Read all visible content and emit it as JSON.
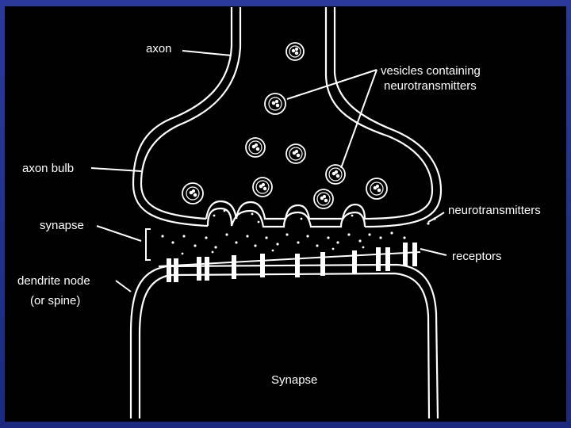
{
  "diagram": {
    "labels": {
      "axon": "axon",
      "vesicles": "vesicles containing",
      "vesicles_line2": "neurotransmitters",
      "axon_bulb": "axon bulb",
      "synapse": "synapse",
      "neurotransmitters": "neurotransmitters",
      "receptors": "receptors",
      "dendrite": "dendrite node",
      "dendrite_line2": "(or spine)",
      "caption": "Synapse"
    },
    "colors": {
      "background": "#000000",
      "border": "#1f2f86",
      "ink": "#ffffff"
    }
  }
}
